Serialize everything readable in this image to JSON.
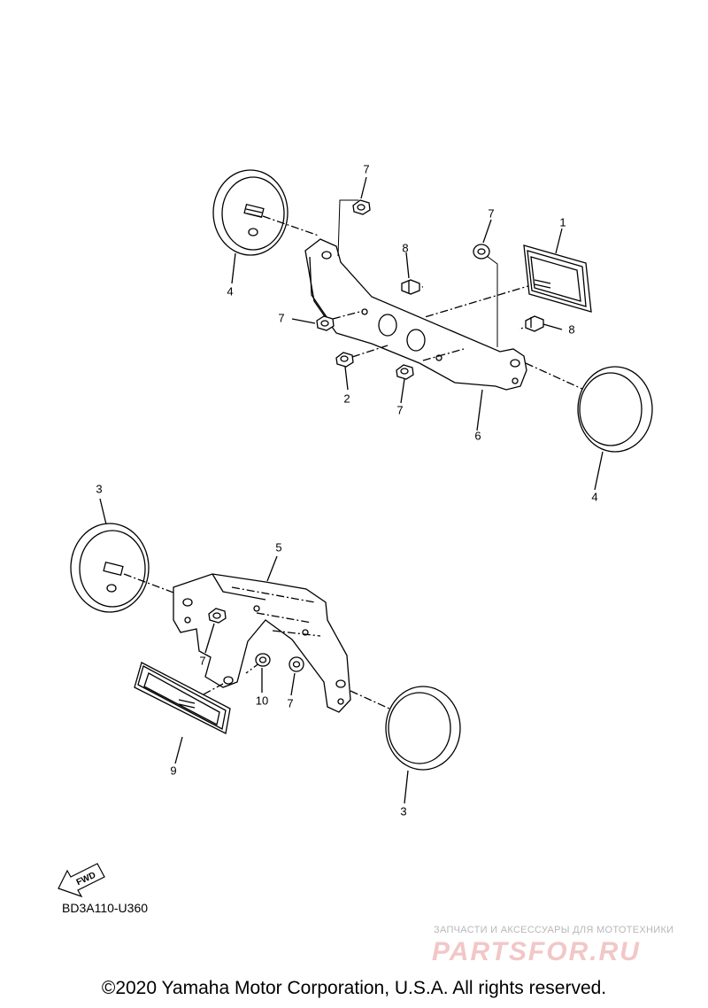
{
  "diagram": {
    "callouts": {
      "c1": "1",
      "c2": "2",
      "c3a": "3",
      "c3b": "3",
      "c4a": "4",
      "c4b": "4",
      "c5": "5",
      "c6": "6",
      "c7a": "7",
      "c7b": "7",
      "c7c": "7",
      "c7d": "7",
      "c7e": "7",
      "c7f": "7",
      "c8a": "8",
      "c8b": "8",
      "c9": "9",
      "c10": "10"
    },
    "fwd_label": "FWD",
    "part_code": "BD3A110-U360"
  },
  "watermark": {
    "tagline": "ЗАПЧАСТИ И АКСЕССУАРЫ ДЛЯ МОТОТЕХНИКИ",
    "brand": "PARTSFOR.RU"
  },
  "footer": {
    "copyright": "©2020 Yamaha Motor Corporation, U.S.A. All rights reserved."
  }
}
